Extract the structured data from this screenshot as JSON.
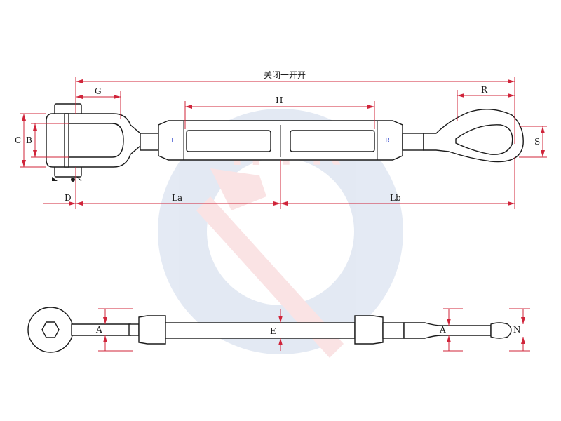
{
  "title": "关闭一开开",
  "colors": {
    "dimension": "#d0243a",
    "outline": "#1a1a1a",
    "watermark_blue": "#2f5da8",
    "watermark_red": "#e0303a",
    "marking_blue": "#2a3fc9"
  },
  "labels": {
    "G": "G",
    "H": "H",
    "R": "R",
    "C": "C",
    "B": "B",
    "S": "S",
    "D": "D",
    "La": "La",
    "Lb": "Lb",
    "A_left": "A",
    "A_right": "A",
    "E": "E",
    "N": "N"
  },
  "body_markings": {
    "left": "L",
    "right": "R"
  },
  "watermark": {
    "text": "H T R"
  }
}
